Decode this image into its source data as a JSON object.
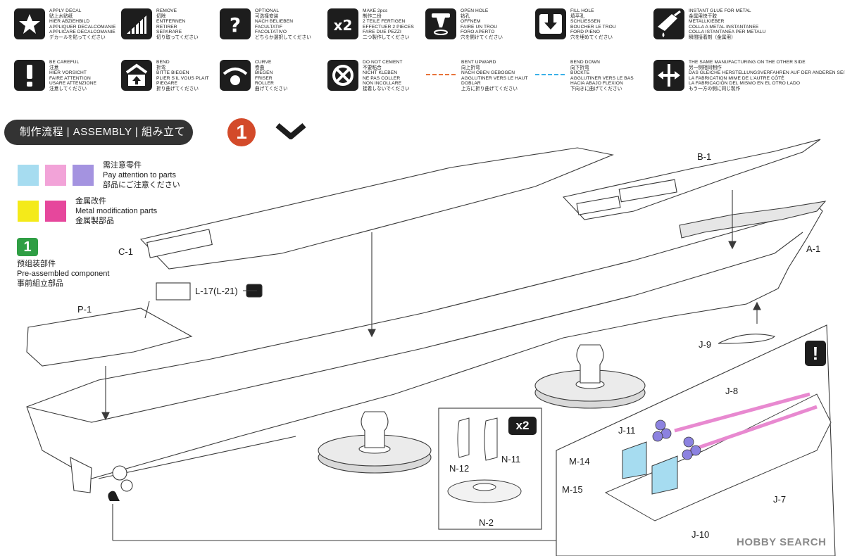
{
  "legend": [
    {
      "lines": [
        "APPLY DECAL",
        "贴上水贴纸",
        "HIER ABZIEHBILD",
        "APPLIQUER DECALCOMANIE",
        "APPLICARE DECALCOMANIE",
        "デカールを貼ってください"
      ],
      "icon": "star-icon"
    },
    {
      "lines": [
        "REMOVE",
        "切除",
        "ENTFERNEN",
        "RETIRER",
        "SEPARARE",
        "切り取ってください"
      ],
      "icon": "remove-icon"
    },
    {
      "lines": [
        "OPTIONAL",
        "可选择安装",
        "NACH BELIEBEN",
        "FACULTATIF",
        "FACOLTATIVO",
        "どちらか選択してください"
      ],
      "icon": "question-icon"
    },
    {
      "lines": [
        "MAKE 2pcs",
        "制作二份",
        "2 TEILE FERTIGEN",
        "EFFECTUER 2 PIECES",
        "FARE DUE PEZZI",
        "二つ製作してください"
      ],
      "icon": "x2-icon"
    },
    {
      "lines": [
        "OPEN HOLE",
        "钻孔",
        "OFFNEM",
        "FAIRE UN TROU",
        "FORO APERTO",
        "穴を開けてください"
      ],
      "icon": "open-hole-icon"
    },
    {
      "lines": [
        "FILL HOLE",
        "填平孔",
        "SCHLIESSEN",
        "BOUCHER LE TROU",
        "FORD PIENO",
        "穴を埋めてください"
      ],
      "icon": "fill-hole-icon"
    },
    {
      "lines": [
        "INSTANT GLUE FOR METAL",
        "金属用快干胶",
        "METALLKIEBER",
        "COLLA A METAL INSTANTANEE",
        "COLLA ISTANTANEA PER METALU",
        "瞬間接着剤（金属用）"
      ],
      "icon": "glue-icon"
    },
    {
      "lines": [
        "BE CAREFUL",
        "注意",
        "HIER VORSICHT",
        "FAIRE ATTENTION",
        "USARE ATTENZIONE",
        "注意してください"
      ],
      "icon": "exclamation-icon"
    },
    {
      "lines": [
        "BEND",
        "折弯",
        "BITTE BIEGEN",
        "PLIER S'IL VOUS PLAIT",
        "PIEGARE",
        "折り曲げてください"
      ],
      "icon": "bend-icon"
    },
    {
      "lines": [
        "CURVE",
        "卷曲",
        "BIEGEN",
        "FRISER",
        "ROLLER",
        "曲げてください"
      ],
      "icon": "curve-icon"
    },
    {
      "lines": [
        "DO NOT CEMENT",
        "不要粘合",
        "NICHT KLEBEN",
        "NE PAS COLLER",
        "NON INCOLLARE",
        "接着しないでください"
      ],
      "icon": "no-cement-icon"
    },
    {
      "lines": [
        "BENT UPWARD",
        "向上折弯",
        "NACH OBEN GEBOGEN",
        "AGGLUTINER VERS LE HAUT",
        "DOBLAR",
        "上方に折り曲げてください"
      ],
      "icon": "bent-upward-line",
      "color": "#e8733a"
    },
    {
      "lines": [
        "BEND DOWN",
        "向下折弯",
        "BÜCKTE",
        "AGGLUTINER VERS LE BAS",
        "HACIA ABAJO FLEXION",
        "下向きに曲げてください"
      ],
      "icon": "bend-down-line",
      "color": "#3ab0e8"
    },
    {
      "lines": [
        "THE SAME MANUFACTURING ON THE OTHER SIDE",
        "另一侧相同制作",
        "DAS GLEICHE HERSTELLUNGSVERFAHREN AUF DER ANDEREN SEITE",
        "LA FABRICATION MIME DE L'AUTRE CÔTÉ",
        "LA FABRICACIÓN DEL MISMO EN EL OTRO LADO",
        "もう一方の側に同じ製作"
      ],
      "icon": "both-sides-icon"
    }
  ],
  "assembly": {
    "title": "制作流程 | ASSEMBLY | 組み立て",
    "step": "1"
  },
  "notes": {
    "attention": [
      "需注意零件",
      "Pay attention to parts",
      "部品にご注意ください"
    ],
    "metal": [
      "金属改件",
      "Metal modification parts",
      "金属製部品"
    ],
    "preassembled_badge": "1",
    "preassembled": [
      "预组装部件",
      "Pre-assembled component",
      "事前組立部品"
    ],
    "colors": {
      "light_blue": "#a6dcf0",
      "pink": "#f2a3d8",
      "violet": "#a493e0",
      "yellow": "#f4ea1a",
      "magenta": "#e6479c",
      "green": "#2f9e44",
      "red": "#d34a2a"
    }
  },
  "parts": {
    "C1": "C-1",
    "B1": "B-1",
    "A1": "A-1",
    "P1": "P-1",
    "L17": "L-17(L-21)",
    "J9": "J-9",
    "J8": "J-8",
    "J11": "J-11",
    "M14": "M-14",
    "M15": "M-15",
    "J7": "J-7",
    "J10": "J-10",
    "N12": "N-12",
    "N11": "N-11",
    "N2": "N-2"
  },
  "badges": {
    "x2": "x2",
    "warning": "!"
  },
  "watermark": "HOBBY SEARCH"
}
